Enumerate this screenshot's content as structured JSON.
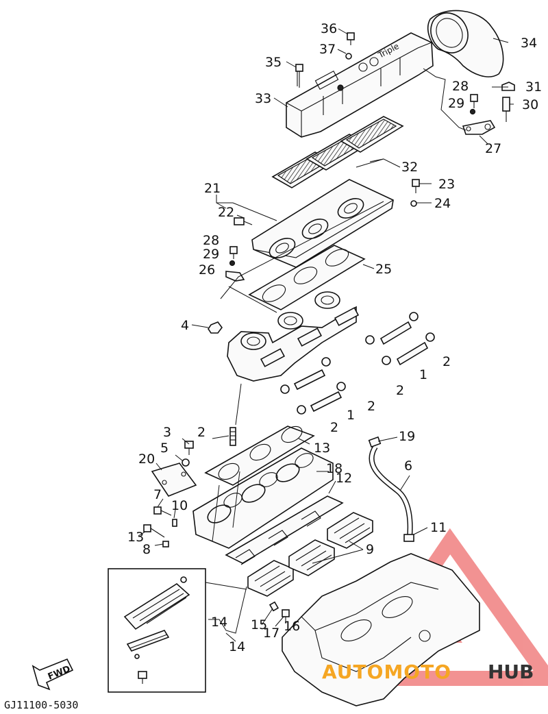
{
  "diagram": {
    "callouts": [
      "36",
      "37",
      "34",
      "35",
      "33",
      "28",
      "31",
      "29",
      "30",
      "27",
      "32",
      "21",
      "23",
      "22",
      "24",
      "28",
      "29",
      "26",
      "25",
      "4",
      "2",
      "1",
      "2",
      "2",
      "2",
      "1",
      "2",
      "3",
      "19",
      "13",
      "5",
      "20",
      "18",
      "6",
      "12",
      "7",
      "10",
      "11",
      "13",
      "8",
      "9",
      "14",
      "15",
      "17",
      "16",
      "14"
    ],
    "part_code": "GJ11100-5030",
    "fwd_label": "FWD",
    "watermark": {
      "part1": "AUTOMOTO",
      "part2": "HUB"
    },
    "colors": {
      "line": "#111111",
      "watermark_red": "#f08080",
      "watermark_orange": "#f5a623",
      "watermark_gray": "#333333"
    }
  }
}
